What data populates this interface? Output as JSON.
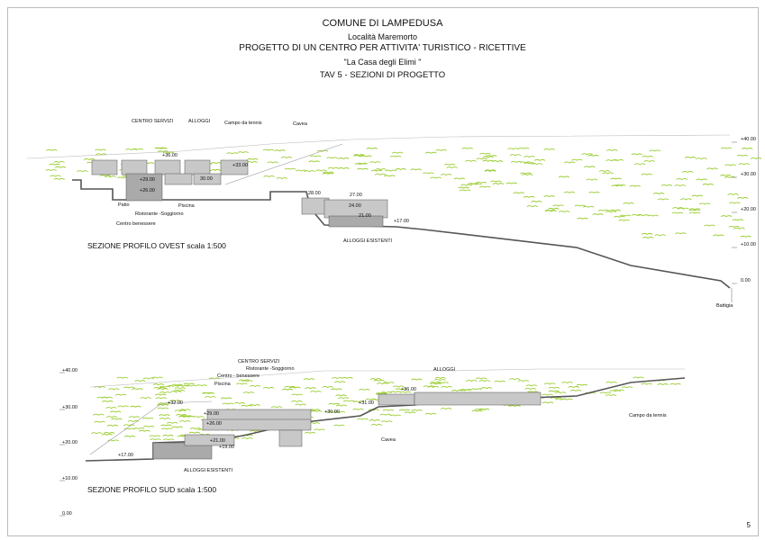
{
  "header": {
    "comune": "COMUNE DI LAMPEDUSA",
    "localita": "Località  Maremorto",
    "progetto": "PROGETTO DI UN CENTRO PER ATTIVITA' TURISTICO - RICETTIVE",
    "nome": "\"La Casa degli Elimi \"",
    "tavola": "TAV 5 - SEZIONI DI PROGETTO"
  },
  "section_ovest": {
    "title": "SEZIONE PROFILO OVEST  scala 1:500",
    "labels": [
      "CENTRO SERVIZI",
      "ALLOGGI",
      "Campo da tennis",
      "Cavea",
      "Patio",
      "Ristorante -Soggiorno",
      "Centro benessere",
      "Piscina",
      "ALLOGGI ESISTENTI",
      "Battigia"
    ],
    "elevations": [
      "+36.00",
      "+33.00",
      "+29.00",
      "+26.00",
      "30.00",
      "28.00",
      "27.00",
      "24.00",
      "21.00",
      "+17.00"
    ],
    "scale": [
      "+40.00",
      "+30.00",
      "+20.00",
      "+10.00",
      "0.00"
    ]
  },
  "section_sud": {
    "title": "SEZIONE PROFILO SUD  scala 1:500",
    "labels": [
      "CENTRO SERVIZI",
      "Ristorante -Soggiorno",
      "Centro - benessere",
      "Piscina",
      "ALLOGGI",
      "Campo da tennis",
      "Cavea",
      "ALLOGGI ESISTENTI"
    ],
    "elevations": [
      "+32.00",
      "+29.00",
      "+26.00",
      "+36.00",
      "+30.00",
      "+21.00",
      "+19.00",
      "+17.00",
      "+31.00"
    ],
    "scale": [
      "+40.00",
      "+30.00",
      "+20.00",
      "+10.00",
      "0.00"
    ]
  },
  "page_number": "5",
  "colors": {
    "vegetation": "#9acd32",
    "building": "#c8c8c8",
    "terrain": "#999999"
  }
}
